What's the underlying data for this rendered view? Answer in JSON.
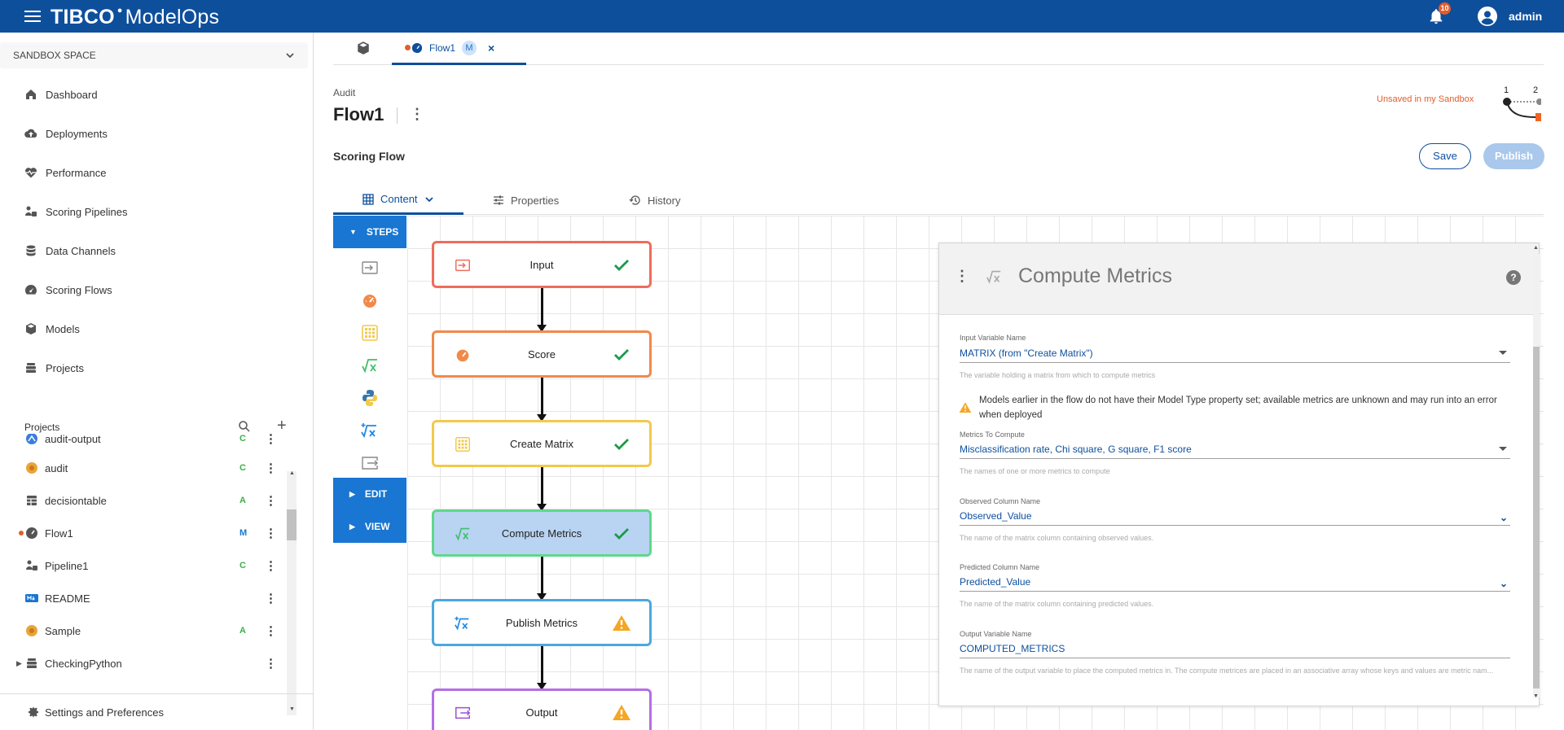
{
  "header": {
    "brand": "TIBCO",
    "product": "ModelOps",
    "notifications_count": "10",
    "user": "admin"
  },
  "sidebar": {
    "space": "SANDBOX SPACE",
    "nav": [
      {
        "label": "Dashboard",
        "icon": "home-icon"
      },
      {
        "label": "Deployments",
        "icon": "cloud-upload-icon"
      },
      {
        "label": "Performance",
        "icon": "heart-pulse-icon"
      },
      {
        "label": "Scoring Pipelines",
        "icon": "pipeline-icon"
      },
      {
        "label": "Data Channels",
        "icon": "database-icon"
      },
      {
        "label": "Scoring Flows",
        "icon": "gauge-icon"
      },
      {
        "label": "Models",
        "icon": "cube-icon"
      },
      {
        "label": "Projects",
        "icon": "projects-icon"
      }
    ],
    "projects_header": "Projects",
    "projects": [
      {
        "name": "audit-output",
        "status": "C"
      },
      {
        "name": "audit",
        "status": "C"
      },
      {
        "name": "decisiontable",
        "status": "A"
      },
      {
        "name": "Flow1",
        "status": "M"
      },
      {
        "name": "Pipeline1",
        "status": "C"
      },
      {
        "name": "README",
        "status": ""
      },
      {
        "name": "Sample",
        "status": "A"
      },
      {
        "name": "CheckingPython",
        "status": ""
      }
    ],
    "settings": "Settings and Preferences"
  },
  "tabs": {
    "open_tab": "Flow1",
    "open_tab_badge": "M",
    "close": "×"
  },
  "page": {
    "breadcrumb": "Audit",
    "title": "Flow1",
    "subtitle": "Scoring Flow",
    "unsaved": "Unsaved in my Sandbox",
    "version_labels": [
      "1",
      "2"
    ],
    "save": "Save",
    "publish": "Publish",
    "content_tabs": [
      "Content",
      "Properties",
      "History"
    ]
  },
  "palette": {
    "steps": "STEPS",
    "edit": "EDIT",
    "view": "VIEW"
  },
  "flow": {
    "nodes": [
      {
        "label": "Input",
        "color": "#ef6c5c",
        "status": "ok"
      },
      {
        "label": "Score",
        "color": "#f08a4b",
        "status": "ok"
      },
      {
        "label": "Create Matrix",
        "color": "#f2c94c",
        "status": "ok"
      },
      {
        "label": "Compute Metrics",
        "color": "#5fd88b",
        "status": "ok"
      },
      {
        "label": "Publish Metrics",
        "color": "#4aa8e0",
        "status": "warning"
      },
      {
        "label": "Output",
        "color": "#b46ee6",
        "status": "warning"
      }
    ]
  },
  "panel": {
    "title": "Compute Metrics",
    "help": "?",
    "input_var": {
      "label": "Input Variable Name",
      "value": "MATRIX (from \"Create Matrix\")",
      "help": "The variable holding a matrix from which to compute metrics"
    },
    "warning": "Models earlier in the flow do not have their Model Type property set; available metrics are unknown and may run into an error when deployed",
    "metrics": {
      "label": "Metrics To Compute",
      "value": "Misclassification rate, Chi square, G square, F1 score",
      "help": "The names of one or more metrics to compute"
    },
    "observed": {
      "label": "Observed Column Name",
      "value": "Observed_Value",
      "help": "The name of the matrix column containing observed values."
    },
    "predicted": {
      "label": "Predicted Column Name",
      "value": "Predicted_Value",
      "help": "The name of the matrix column containing predicted values."
    },
    "output_var": {
      "label": "Output Variable Name",
      "value": "COMPUTED_METRICS",
      "help": "The name of the output variable to place the computed metrics in. The compute metrices are placed in an associative array whose keys and values are metric nam..."
    }
  }
}
